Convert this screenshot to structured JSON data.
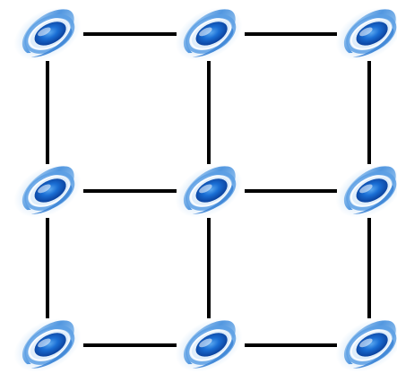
{
  "diagram": {
    "type": "grid-graph",
    "rows": 3,
    "columns": 3,
    "node_icon": "blue-spiral-galaxy-icon",
    "edge_color": "#000000",
    "node_colors": {
      "outer_glow": "#cfe3f7",
      "ring_light": "#9cc7f0",
      "ring_mid": "#4f95e0",
      "core_dark": "#0b4fb5",
      "highlight": "#ffffff"
    },
    "nodes": [
      {
        "id": "n-0-0",
        "row": 0,
        "col": 0
      },
      {
        "id": "n-0-1",
        "row": 0,
        "col": 1
      },
      {
        "id": "n-0-2",
        "row": 0,
        "col": 2
      },
      {
        "id": "n-1-0",
        "row": 1,
        "col": 0
      },
      {
        "id": "n-1-1",
        "row": 1,
        "col": 1
      },
      {
        "id": "n-1-2",
        "row": 1,
        "col": 2
      },
      {
        "id": "n-2-0",
        "row": 2,
        "col": 0
      },
      {
        "id": "n-2-1",
        "row": 2,
        "col": 1
      },
      {
        "id": "n-2-2",
        "row": 2,
        "col": 2
      }
    ],
    "edges": [
      {
        "from": "n-0-0",
        "to": "n-0-1"
      },
      {
        "from": "n-0-1",
        "to": "n-0-2"
      },
      {
        "from": "n-1-0",
        "to": "n-1-1"
      },
      {
        "from": "n-1-1",
        "to": "n-1-2"
      },
      {
        "from": "n-2-0",
        "to": "n-2-1"
      },
      {
        "from": "n-2-1",
        "to": "n-2-2"
      },
      {
        "from": "n-0-0",
        "to": "n-1-0"
      },
      {
        "from": "n-1-0",
        "to": "n-2-0"
      },
      {
        "from": "n-0-1",
        "to": "n-1-1"
      },
      {
        "from": "n-1-1",
        "to": "n-2-1"
      },
      {
        "from": "n-0-2",
        "to": "n-1-2"
      },
      {
        "from": "n-1-2",
        "to": "n-2-2"
      }
    ]
  }
}
